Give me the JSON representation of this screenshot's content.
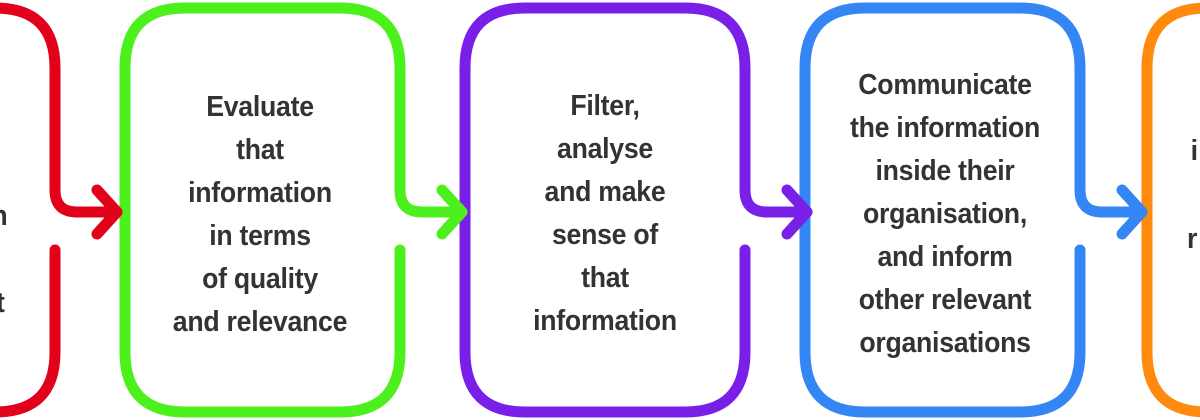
{
  "steps": [
    {
      "id": "step-1",
      "color": "#e3001b",
      "lines": [
        "n",
        "",
        "t"
      ]
    },
    {
      "id": "step-2",
      "color": "#4cf01c",
      "lines": [
        "Evaluate",
        "that",
        "information",
        "in terms",
        "of quality",
        "and relevance"
      ]
    },
    {
      "id": "step-3",
      "color": "#7a1fe8",
      "lines": [
        "Filter,",
        "analyse",
        "and make",
        "sense of",
        "that",
        "information"
      ]
    },
    {
      "id": "step-4",
      "color": "#3586f5",
      "lines": [
        "Communicate",
        "the information",
        "inside their",
        "organisation,",
        "and inform",
        "other relevant",
        "organisations"
      ]
    },
    {
      "id": "step-5",
      "color": "#ff8a0d",
      "lines": [
        "i",
        "r"
      ]
    }
  ]
}
